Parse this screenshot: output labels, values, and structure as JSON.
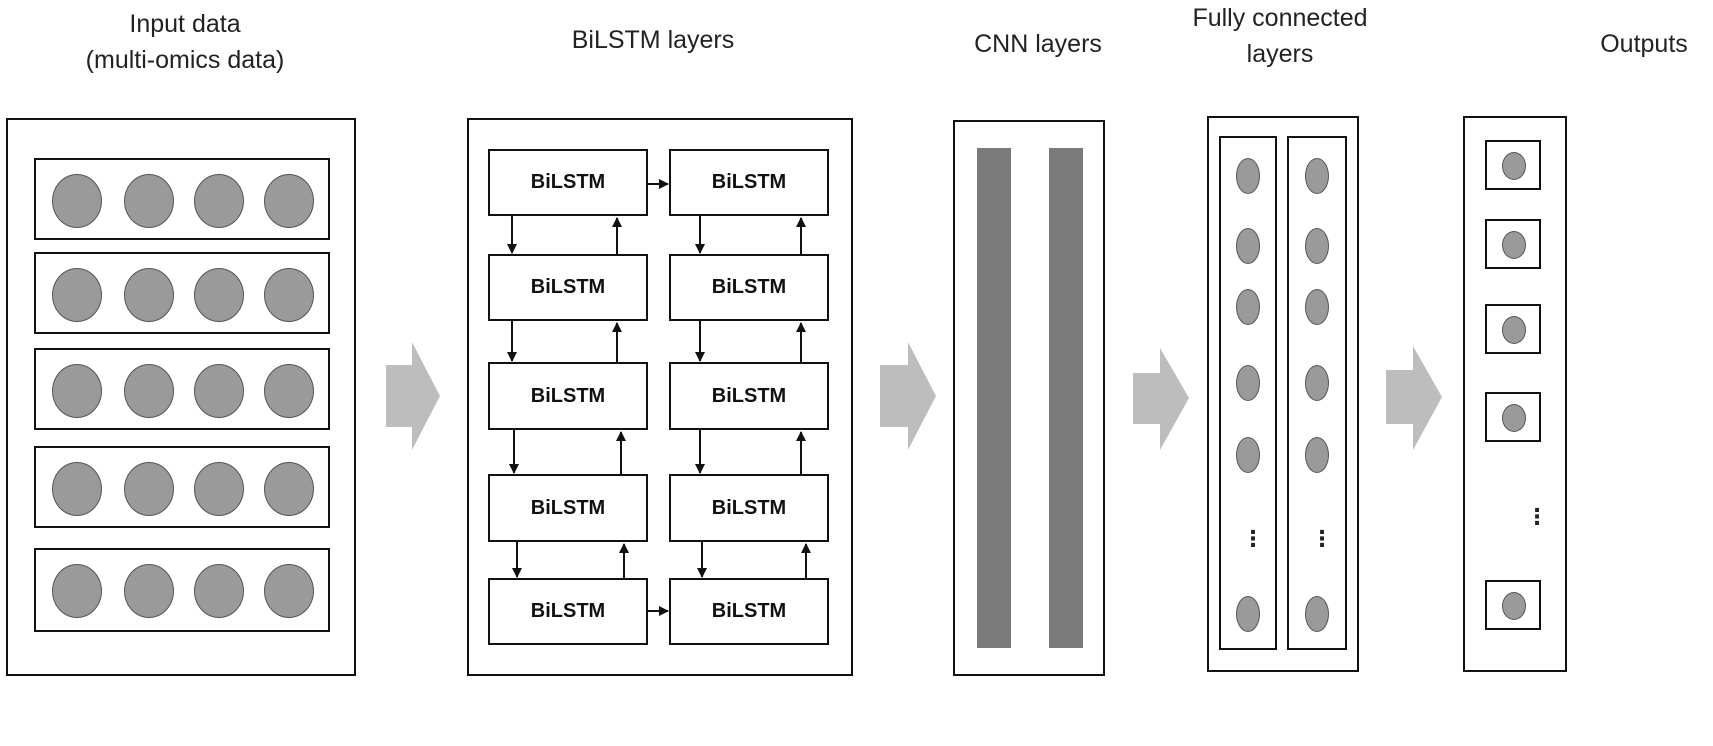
{
  "stages": {
    "input": {
      "title": "Input data\n(multi-omics data)"
    },
    "bilstm": {
      "title": "BiLSTM layers",
      "cell_label": "BiLSTM"
    },
    "cnn": {
      "title": "CNN layers"
    },
    "fc": {
      "title": "Fully connected\nlayers",
      "ellipsis": "⋮"
    },
    "outputs": {
      "title": "Outputs",
      "ellipsis": "⋮"
    }
  },
  "colors": {
    "node_fill": "#9a9a9a",
    "bar_fill": "#7a7a7a",
    "arrow_fill": "#bdbdbd",
    "border": "#111111"
  }
}
